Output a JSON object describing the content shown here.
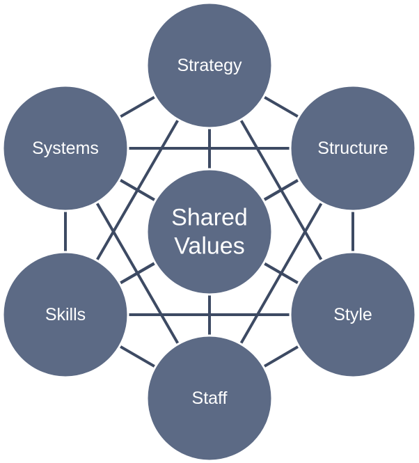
{
  "diagram": {
    "center": {
      "id": "shared-values",
      "lines": [
        "Shared",
        "Values"
      ]
    },
    "nodes": [
      {
        "id": "strategy",
        "label": "Strategy"
      },
      {
        "id": "structure",
        "label": "Structure"
      },
      {
        "id": "style",
        "label": "Style"
      },
      {
        "id": "staff",
        "label": "Staff"
      },
      {
        "id": "skills",
        "label": "Skills"
      },
      {
        "id": "systems",
        "label": "Systems"
      }
    ],
    "colors": {
      "node_fill": "#5c6a85",
      "node_stroke": "#ffffff",
      "connector": "#3d4a63",
      "label": "#ffffff"
    }
  }
}
